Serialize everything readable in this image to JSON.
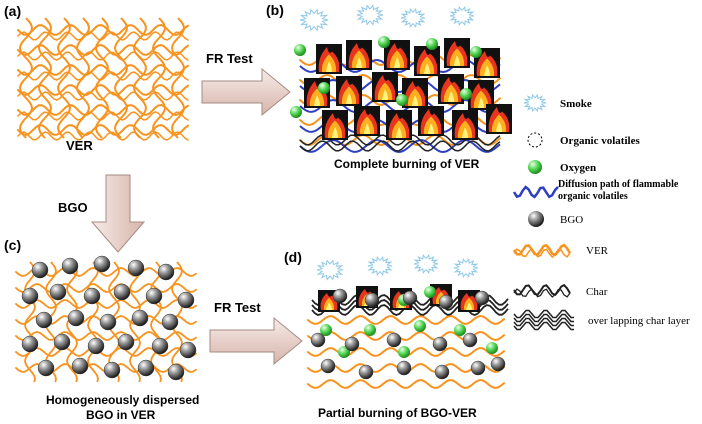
{
  "panels": {
    "a": {
      "tag": "(a)",
      "caption": "VER"
    },
    "b": {
      "tag": "(b)",
      "caption": "Complete burning of VER"
    },
    "c": {
      "tag": "(c)",
      "caption_line1": "Homogeneously dispersed",
      "caption_line2": "BGO in VER"
    },
    "d": {
      "tag": "(d)",
      "caption": "Partial burning of BGO-VER"
    }
  },
  "arrows": {
    "top": "FR Test",
    "down": "BGO",
    "bottom": "FR Test"
  },
  "legend": {
    "smoke": "Smoke",
    "volatiles": "Organic volatiles",
    "oxygen": "Oxygen",
    "diffusion_line1": "Diffusion path of flammable",
    "diffusion_line2": "organic volatiles",
    "bgo": "BGO",
    "ver": "VER",
    "char": "Char",
    "char_layer": "over lapping char layer"
  },
  "colors": {
    "ver": "#f7931e",
    "diffusion": "#2e3fbf",
    "char": "#222222",
    "oxygen": "#4fd34f",
    "smoke": "#8fc8e8",
    "arrow_fill": "#e9d3cc",
    "arrow_edge": "#a58a82"
  }
}
